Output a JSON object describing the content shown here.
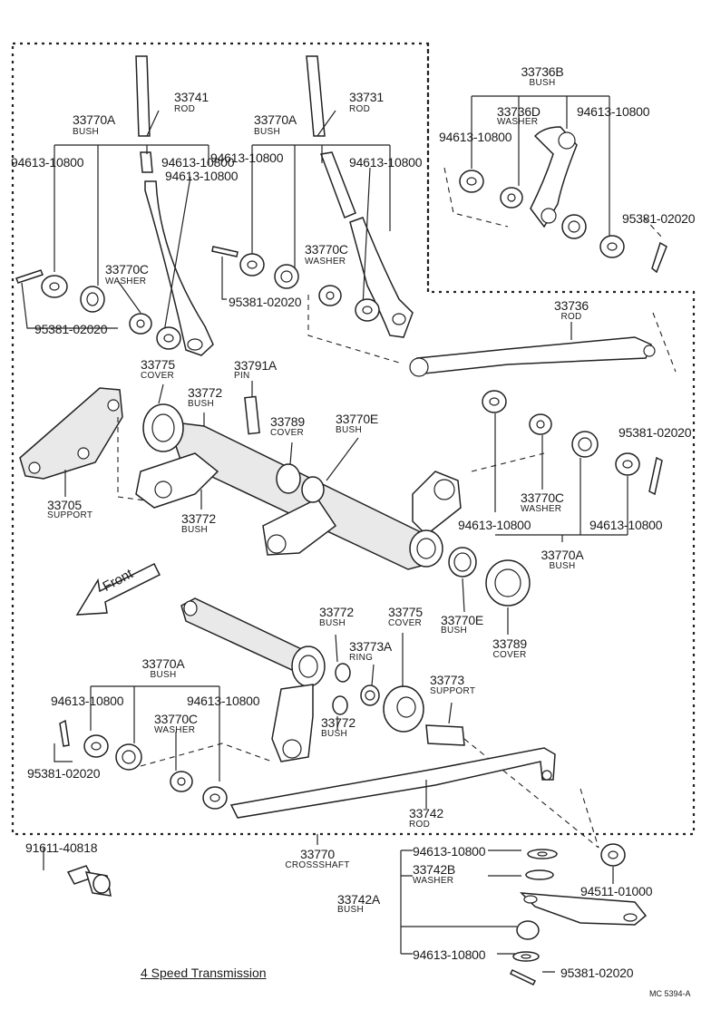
{
  "title": "4 Speed Transmission",
  "code": "MC 5394-A",
  "front_label": "Front",
  "parts": {
    "p33741": {
      "no": "33741",
      "name": "ROD"
    },
    "p33731": {
      "no": "33731",
      "name": "ROD"
    },
    "p33736b": {
      "no": "33736B",
      "name": "BUSH"
    },
    "p33736d": {
      "no": "33736D",
      "name": "WASHER"
    },
    "p33770a_1": {
      "no": "33770A",
      "name": "BUSH"
    },
    "p33770a_2": {
      "no": "33770A",
      "name": "BUSH"
    },
    "p33770a_3": {
      "no": "33770A",
      "name": "BUSH"
    },
    "p33770a_4": {
      "no": "33770A",
      "name": "BUSH"
    },
    "p33770c_1": {
      "no": "33770C",
      "name": "WASHER"
    },
    "p33770c_2": {
      "no": "33770C",
      "name": "WASHER"
    },
    "p33770c_3": {
      "no": "33770C",
      "name": "WASHER"
    },
    "p33770c_4": {
      "no": "33770C",
      "name": "WASHER"
    },
    "p33736": {
      "no": "33736",
      "name": "ROD"
    },
    "p33775_1": {
      "no": "33775",
      "name": "COVER"
    },
    "p33775_2": {
      "no": "33775",
      "name": "COVER"
    },
    "p33791a": {
      "no": "33791A",
      "name": "PIN"
    },
    "p33772_1": {
      "no": "33772",
      "name": "BUSH"
    },
    "p33772_2": {
      "no": "33772",
      "name": "BUSH"
    },
    "p33772_3": {
      "no": "33772",
      "name": "BUSH"
    },
    "p33772_4": {
      "no": "33772",
      "name": "BUSH"
    },
    "p33789_1": {
      "no": "33789",
      "name": "COVER"
    },
    "p33789_2": {
      "no": "33789",
      "name": "COVER"
    },
    "p33770e_1": {
      "no": "33770E",
      "name": "BUSH"
    },
    "p33770e_2": {
      "no": "33770E",
      "name": "BUSH"
    },
    "p33705": {
      "no": "33705",
      "name": "SUPPORT"
    },
    "p33773a": {
      "no": "33773A",
      "name": "RING"
    },
    "p33773": {
      "no": "33773",
      "name": "SUPPORT"
    },
    "p33742": {
      "no": "33742",
      "name": "ROD"
    },
    "p33770": {
      "no": "33770",
      "name": "CROSSSHAFT"
    },
    "p33742b": {
      "no": "33742B",
      "name": "WASHER"
    },
    "p33742a": {
      "no": "33742A",
      "name": "BUSH"
    }
  },
  "numbers": {
    "n1": "94613-10800",
    "n2": "94613-10800",
    "n3": "94613-10800",
    "n4": "94613-10800",
    "n5": "94613-10800",
    "n6": "94613-10800",
    "n7": "94613-10800",
    "n8": "94613-10800",
    "n9": "94613-10800",
    "n10": "94613-10800",
    "n11": "94613-10800",
    "n12": "94613-10800",
    "s1": "95381-02020",
    "s2": "95381-02020",
    "s3": "95381-02020",
    "s4": "95381-02020",
    "s5": "95381-02020",
    "s6": "95381-02020",
    "bolt": "91611-40818",
    "w1": "94511-01000"
  }
}
